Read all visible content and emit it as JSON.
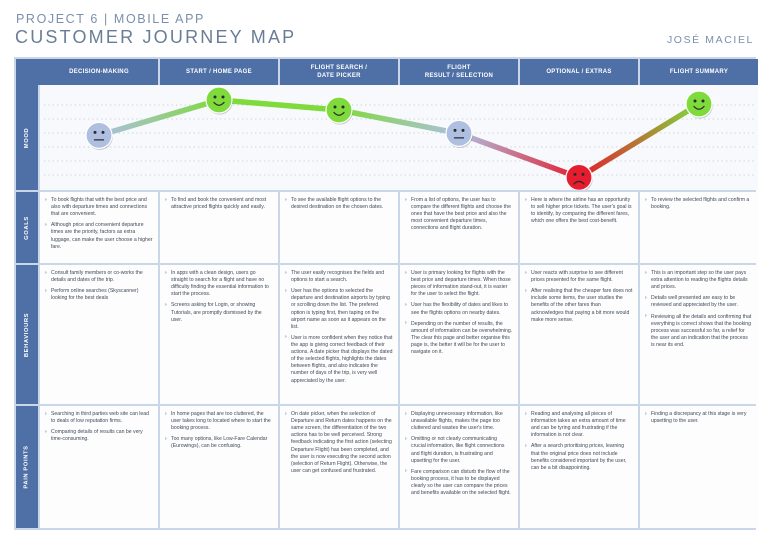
{
  "header": {
    "project": "PROJECT 6  |  MOBILE APP",
    "title": "CUSTOMER JOURNEY MAP",
    "author": "JOSÉ MACIEL"
  },
  "columns": [
    "DECISION-MAKING",
    "START / HOME PAGE",
    "FLIGHT SEARCH /\nDATE PICKER",
    "FLIGHT\nRESULT / SELECTION",
    "OPTIONAL / EXTRAS",
    "FLIGHT SUMMARY"
  ],
  "rows": [
    "MOOD",
    "GOALS",
    "BEHAVIOURS",
    "PAIN POINTS"
  ],
  "mood": {
    "levels": [
      "neutral",
      "happy",
      "happy",
      "neutral",
      "sad",
      "happy"
    ],
    "colors": {
      "happy": "#7fda3c",
      "neutral": "#aebfe1",
      "sad": "#e51d2e"
    }
  },
  "goals": [
    [
      "To book flights that with the best price and also with departure times and connections that are convenient.",
      "Although price and convenient departure times are the priority, factors as extra luggage, can make the user choose a higher fare."
    ],
    [
      "To find and book the convenient and most attractive priced flights quickly and easily."
    ],
    [
      "To see the available flight options to the desired destination on the chosen dates."
    ],
    [
      "From a list of options, the user has to compare the different flights and choose the ones that have the best price and also the most convenient departure times, connections and flight duration."
    ],
    [
      "Here is where the airline has an opportunity to sell higher price tickets. The user's goal is to identify, by comparing the different fares, which one offers the best cost-benefit."
    ],
    [
      "To review the selected flights and confirm a booking."
    ]
  ],
  "behaviours": [
    [
      "Consult family members or co-works the details and dates of the trip.",
      "Perform online searches (Skyscanner) looking for the best deals"
    ],
    [
      "In apps with a clean design, users go straight to search for a flight and have no difficulty finding the essential information to start the process.",
      "Screens asking for Login, or showing Tutorials, are promptly dismissed by the user."
    ],
    [
      "The user easily recognises the fields and options to start a search.",
      "User has the options to selected the departure and destination airports by typing or scrolling down the list. The prefered option is typing first, then taping on the airport name as soon as it appears on the list.",
      "User is more confident when they notice that the app is giving correct feedback of their actions. A date picker that displays the dated of the selected flights, highlights the dates between flights, and also indicates the number of days of the trip, is very well appreciated by the user."
    ],
    [
      "User is primary looking for flights with the best price and departure times. When those pieces of information stand-out, it is easier for the user to select the flight.",
      "User has the flexibility of dates and likes to see the flights options on nearby dates.",
      "Depending on the number of results, the amount of information can be overwhelming. The clear this page and better organise this page is, the better it will be for the user to navigate on it."
    ],
    [
      "User reacts with surprise to see different prices presented for the same flight.",
      "After realising that the cheaper fare does not include some items, the user studies the benefits of the other fares than acknowledges that paying a bit more would make more sense."
    ],
    [
      "This is an important step so the user pays extra attention to reading the flights details and prices.",
      "Details well presented are easy to be reviewed and appreciated by the user.",
      "Reviewing all the details and confirming that everything is correct shows that the booking process was successful so far, a relief for the user and an indication that the process is near its end."
    ]
  ],
  "pain_points": [
    [
      "Searching in third parties web site can lead to deals of low reputation firms.",
      "Comparing details of results can be very time-consuming."
    ],
    [
      "In home pages that are too cluttered, the user takes long to located where to start the booking process.",
      "Too many options, like Low-Fare Calendar (Eurowings), can be confusing."
    ],
    [
      "On date picker, when the selection of Departure and Return dates happens on the same screen, the differentiation of the two actions has to be well perceived. Strong feedback indicating the first action (selecting Departure Flight) has been completed, and the user is now executing the second action (selection of Return Flight). Otherwise, the user can get confused and frustrated."
    ],
    [
      "Displaying unnecessary information, like unavailable flights, makes the page too cluttered and wastes the user's time.",
      "Omitting or not clearly communicating crucial information, like flight connections and flight duration, is frustrating and upsetting for the user.",
      "Fare comparison can disturb the flow of the booking process, it has to be displayed clearly so the user can compare the prices and benefits available on the selected flight."
    ],
    [
      "Reading and analysing all pieces of information takes an extra amount of time and can be tyring and frustrating if the information is not clear.",
      "After a search prioritising prices, learning that the original price does not include benefits considered important by the user, can be a bit disappointing."
    ],
    [
      "Finding a discrepancy at this stage is very upsetting to the user."
    ]
  ]
}
